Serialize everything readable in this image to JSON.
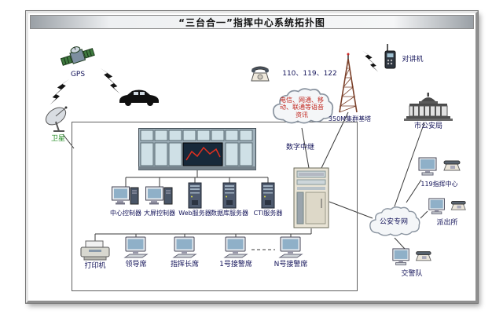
{
  "title": "“三台合一”指挥中心系统拓扑图",
  "labels": {
    "gps": "GPS",
    "satellite": "卫星",
    "hotlines": "110、119、122",
    "telecom_cloud": "电信、网通、移动、联通等语音资讯",
    "trunk": "数字中继",
    "tower": "350M集群基塔",
    "walkie_talkie": "对讲机",
    "bureau": "市公安局",
    "center_119": "119指挥中心",
    "police_network": "公安专网",
    "police_station": "派出所",
    "traffic_police": "交警队",
    "central_controller": "中心控制器",
    "wall_controller": "大屏控制器",
    "web_server": "Web服务器",
    "db_server": "数据库服务器",
    "cti_server": "CTI服务器",
    "printer": "打印机",
    "leader_seat": "领导席",
    "commander_seat": "指挥长席",
    "seat_1": "1号接警席",
    "seat_n": "N号接警席"
  },
  "colors": {
    "label": "#14145a",
    "satellite_label": "#1f8a1f",
    "telecom_text": "#c22820",
    "wire": "#3a3a3a"
  }
}
